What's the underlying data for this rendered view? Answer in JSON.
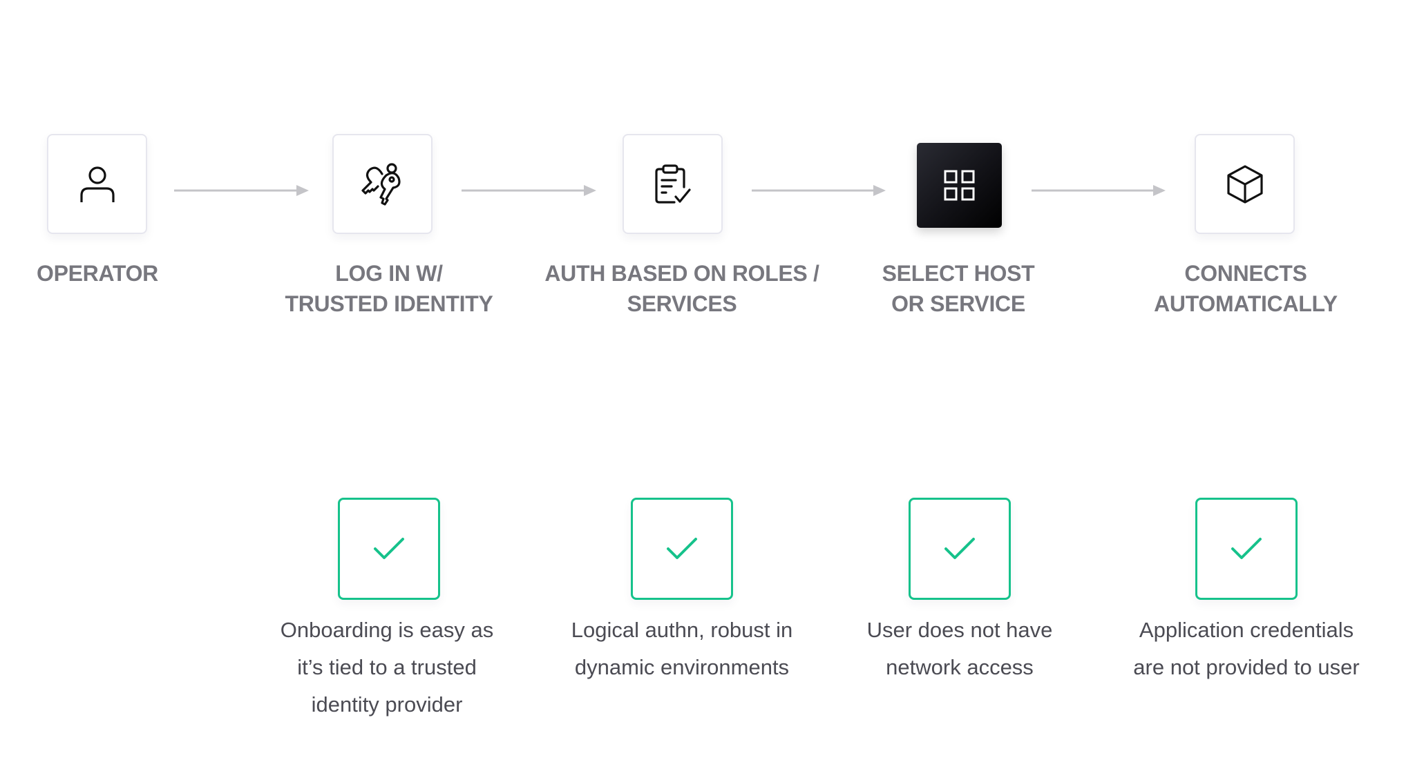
{
  "diagram": {
    "colors": {
      "label": "#77777e",
      "description": "#4b4b53",
      "accent_green": "#16c28b",
      "arrow": "#c4c4c8",
      "box_border": "#e6e6ee",
      "dark_box": "#121217"
    },
    "steps": [
      {
        "icon": "user-icon",
        "label_lines": [
          "OPERATOR"
        ]
      },
      {
        "icon": "keys-icon",
        "label_lines": [
          "LOG IN W/",
          "TRUSTED IDENTITY"
        ]
      },
      {
        "icon": "clipboard-check-icon",
        "label_lines": [
          "AUTH BASED ON ROLES /",
          "SERVICES"
        ]
      },
      {
        "icon": "grid-icon",
        "label_lines": [
          "SELECT HOST",
          "OR SERVICE"
        ],
        "highlighted": true
      },
      {
        "icon": "cube-icon",
        "label_lines": [
          "CONNECTS",
          "AUTOMATICALLY"
        ]
      }
    ],
    "benefits": [
      {
        "step": 1,
        "icon": "checkmark-icon",
        "lines": [
          "Onboarding is easy as",
          "it’s tied to a trusted",
          "identity provider"
        ]
      },
      {
        "step": 2,
        "icon": "checkmark-icon",
        "lines": [
          "Logical authn, robust in",
          "dynamic environments"
        ]
      },
      {
        "step": 3,
        "icon": "checkmark-icon",
        "lines": [
          "User does not have",
          "network access"
        ]
      },
      {
        "step": 4,
        "icon": "checkmark-icon",
        "lines": [
          "Application credentials",
          "are not provided to user"
        ]
      }
    ]
  }
}
